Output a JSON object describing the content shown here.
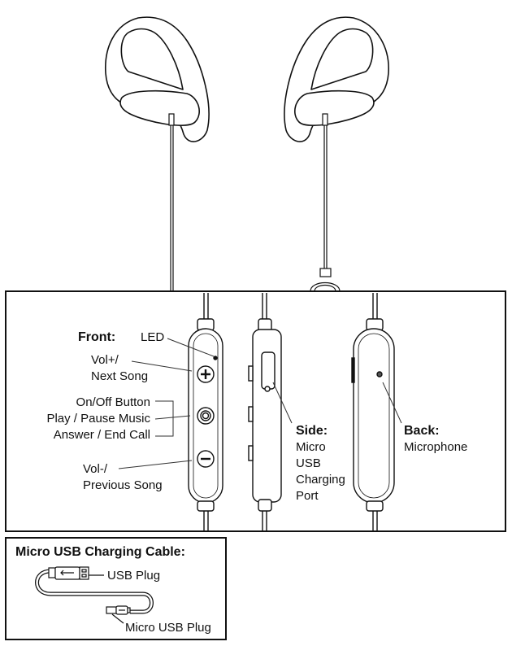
{
  "diagram": {
    "type": "product-diagram",
    "subject": "Wireless ear-hook sport earphones with inline remote"
  },
  "remote_panel": {
    "front": {
      "heading": "Front:",
      "led_label": "LED",
      "vol_up_line1": "Vol+/",
      "vol_up_line2": "Next Song",
      "multi_line1": "On/Off Button",
      "multi_line2": "Play / Pause Music",
      "multi_line3": "Answer / End Call",
      "vol_down_line1": "Vol-/",
      "vol_down_line2": "Previous Song"
    },
    "side": {
      "heading": "Side:",
      "line1": "Micro",
      "line2": "USB",
      "line3": "Charging",
      "line4": "Port"
    },
    "back": {
      "heading": "Back:",
      "line1": "Microphone"
    }
  },
  "cable_panel": {
    "title": "Micro USB Charging Cable:",
    "usb_plug_label": "USB Plug",
    "micro_usb_plug_label": "Micro USB Plug"
  }
}
